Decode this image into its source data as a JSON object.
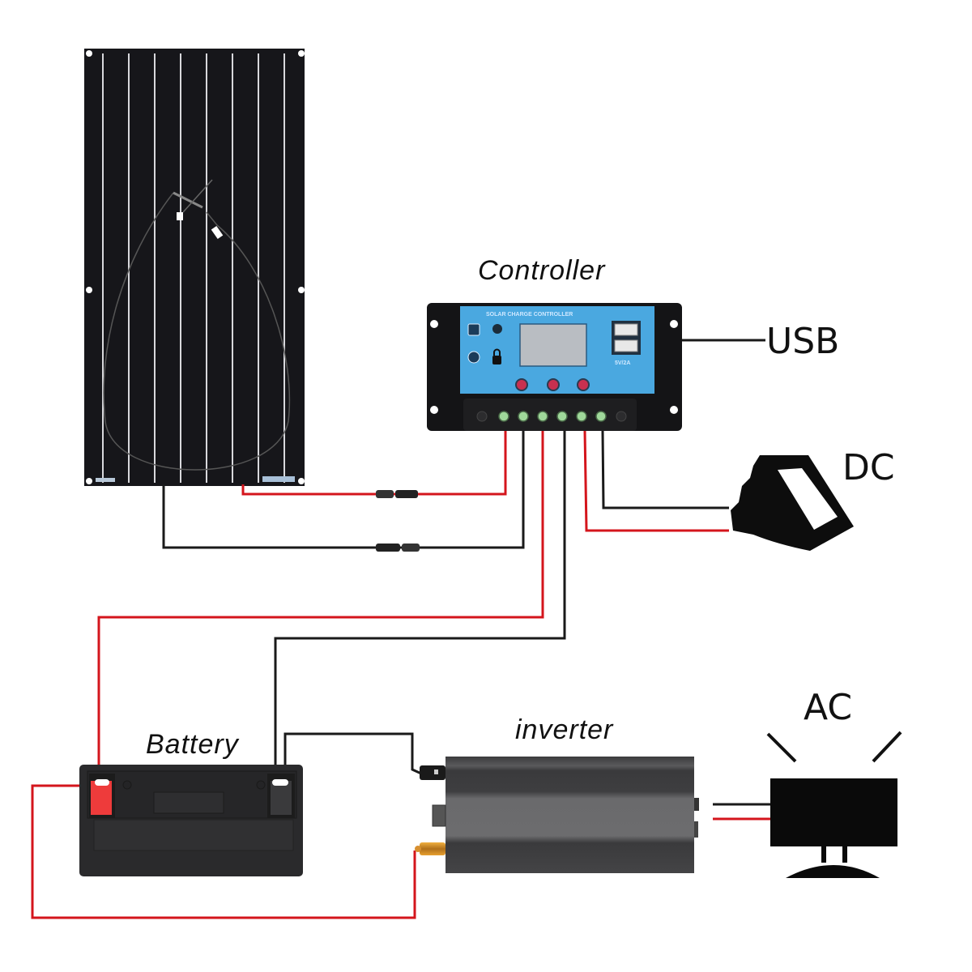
{
  "labels": {
    "controller": "Controller",
    "usb": "USB",
    "dc": "DC",
    "battery": "Battery",
    "inverter": "inverter",
    "ac": "AC"
  },
  "controller": {
    "panel_title": "SOLAR CHARGE CONTROLLER",
    "usb_caption": "5V/2A",
    "buttons": 3,
    "terminals": 6,
    "face_color": "#4aa8e0",
    "screen_color": "#b9bdc2"
  },
  "solar_panel": {
    "cell_strips": 8,
    "color": "#16161a"
  },
  "wire_colors": {
    "positive": "#d4151c",
    "negative": "#1a1a1a"
  },
  "connections": [
    {
      "from": "solar_panel",
      "to": "controller",
      "polarity": "positive"
    },
    {
      "from": "solar_panel",
      "to": "controller",
      "polarity": "negative"
    },
    {
      "from": "controller",
      "to": "battery",
      "polarity": "positive"
    },
    {
      "from": "controller",
      "to": "battery",
      "polarity": "negative"
    },
    {
      "from": "controller",
      "to": "dc_load",
      "polarity": "positive"
    },
    {
      "from": "controller",
      "to": "dc_load",
      "polarity": "negative"
    },
    {
      "from": "controller",
      "to": "usb",
      "polarity": "output"
    },
    {
      "from": "battery",
      "to": "inverter",
      "polarity": "positive"
    },
    {
      "from": "battery",
      "to": "inverter",
      "polarity": "negative"
    },
    {
      "from": "inverter",
      "to": "ac_load",
      "polarity": "ac"
    }
  ]
}
